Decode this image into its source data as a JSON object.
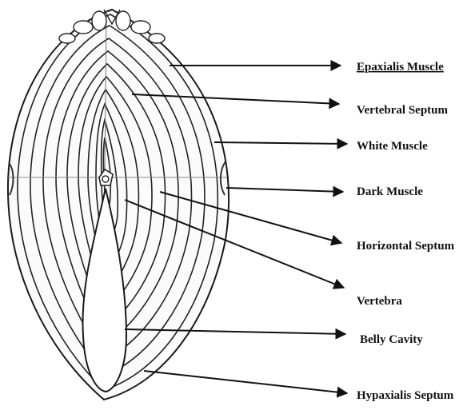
{
  "diagram": {
    "labels": {
      "epaxialis": "Epaxialis Muscle",
      "vertebral_septum": "Vertebral Septum",
      "white_muscle": "White Muscle",
      "dark_muscle": "Dark Muscle",
      "horizontal_septum": "Horizontal Septum",
      "vertebra": "Vertebra",
      "belly_cavity": "Belly Cavity",
      "hypaxialis_septum": "Hypaxialis Septum"
    },
    "colors": {
      "ink": "#111111",
      "spellcheck_underline": "#cc2222"
    }
  }
}
